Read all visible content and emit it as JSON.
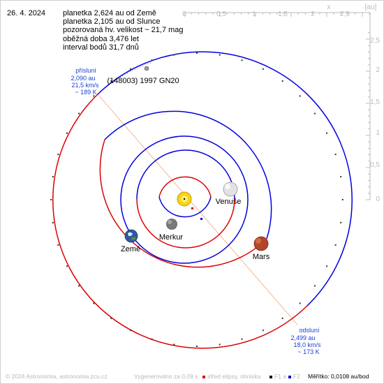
{
  "date": "26. 4. 2024",
  "info": {
    "line1": "planetka 2,624 au od Země",
    "line2": "planetka 2,105 au od Slunce",
    "line3": "pozorovaná hv. velikost ~ 21,7 mag",
    "line4": "oběžná doba 3,476 let",
    "line5": "interval bodů 31,7 dnů"
  },
  "axis": {
    "x_label": "x",
    "unit": "[au]",
    "x_ticks": [
      "0",
      "0,5",
      "1",
      "1,5",
      "2",
      "2,5"
    ],
    "y_ticks": [
      "2,5",
      "2",
      "1,5",
      "1",
      "0,5",
      "0"
    ]
  },
  "asteroid_name": "(148003) 1997 GN20",
  "perihelion": {
    "label": "přísluní",
    "distance": "2,090 au",
    "speed": "21,5 km/s",
    "temp": "~ 189 K"
  },
  "aphelion": {
    "label": "odsluní",
    "distance": "2,499 au",
    "speed": "18,0 km/s",
    "temp": "~ 173 K"
  },
  "planets": {
    "sun": "",
    "mercury": "Merkur",
    "venus": "Venuše",
    "earth": "Země",
    "mars": "Mars"
  },
  "footer": {
    "copyright": "© 2024 Astronomia, astronomia.zcu.cz",
    "generated": "Vygenerováno za 0,09 s",
    "legend_center": "střed elipsy, ohniska",
    "legend_f1": "F1 a",
    "legend_f2": "F2",
    "scale": "Měřítko: 0,0108 au/bod"
  },
  "colors": {
    "orbit_near": "#0000dd",
    "orbit_far": "#dd0000",
    "label_blue": "#1a3fd6",
    "apsis_line": "#f0a878",
    "axis": "#bbbbbb",
    "sun": "#f2c300",
    "mars": "#b4452a",
    "venus": "#d8d8d8",
    "mercury": "#777777",
    "earth": "#2c5aa0"
  },
  "orbits": [
    {
      "name": "mercury",
      "a": 0.3871,
      "e": 0.2056,
      "peri": 77.46
    },
    {
      "name": "venus",
      "a": 0.7233,
      "e": 0.0068,
      "peri": 131.5
    },
    {
      "name": "earth",
      "a": 1.0,
      "e": 0.0167,
      "peri": 102.9
    },
    {
      "name": "mars",
      "a": 1.5237,
      "e": 0.0934,
      "peri": 336.0
    },
    {
      "name": "asteroid",
      "a": 2.2945,
      "e": 0.0891,
      "peri": 128.0
    }
  ]
}
